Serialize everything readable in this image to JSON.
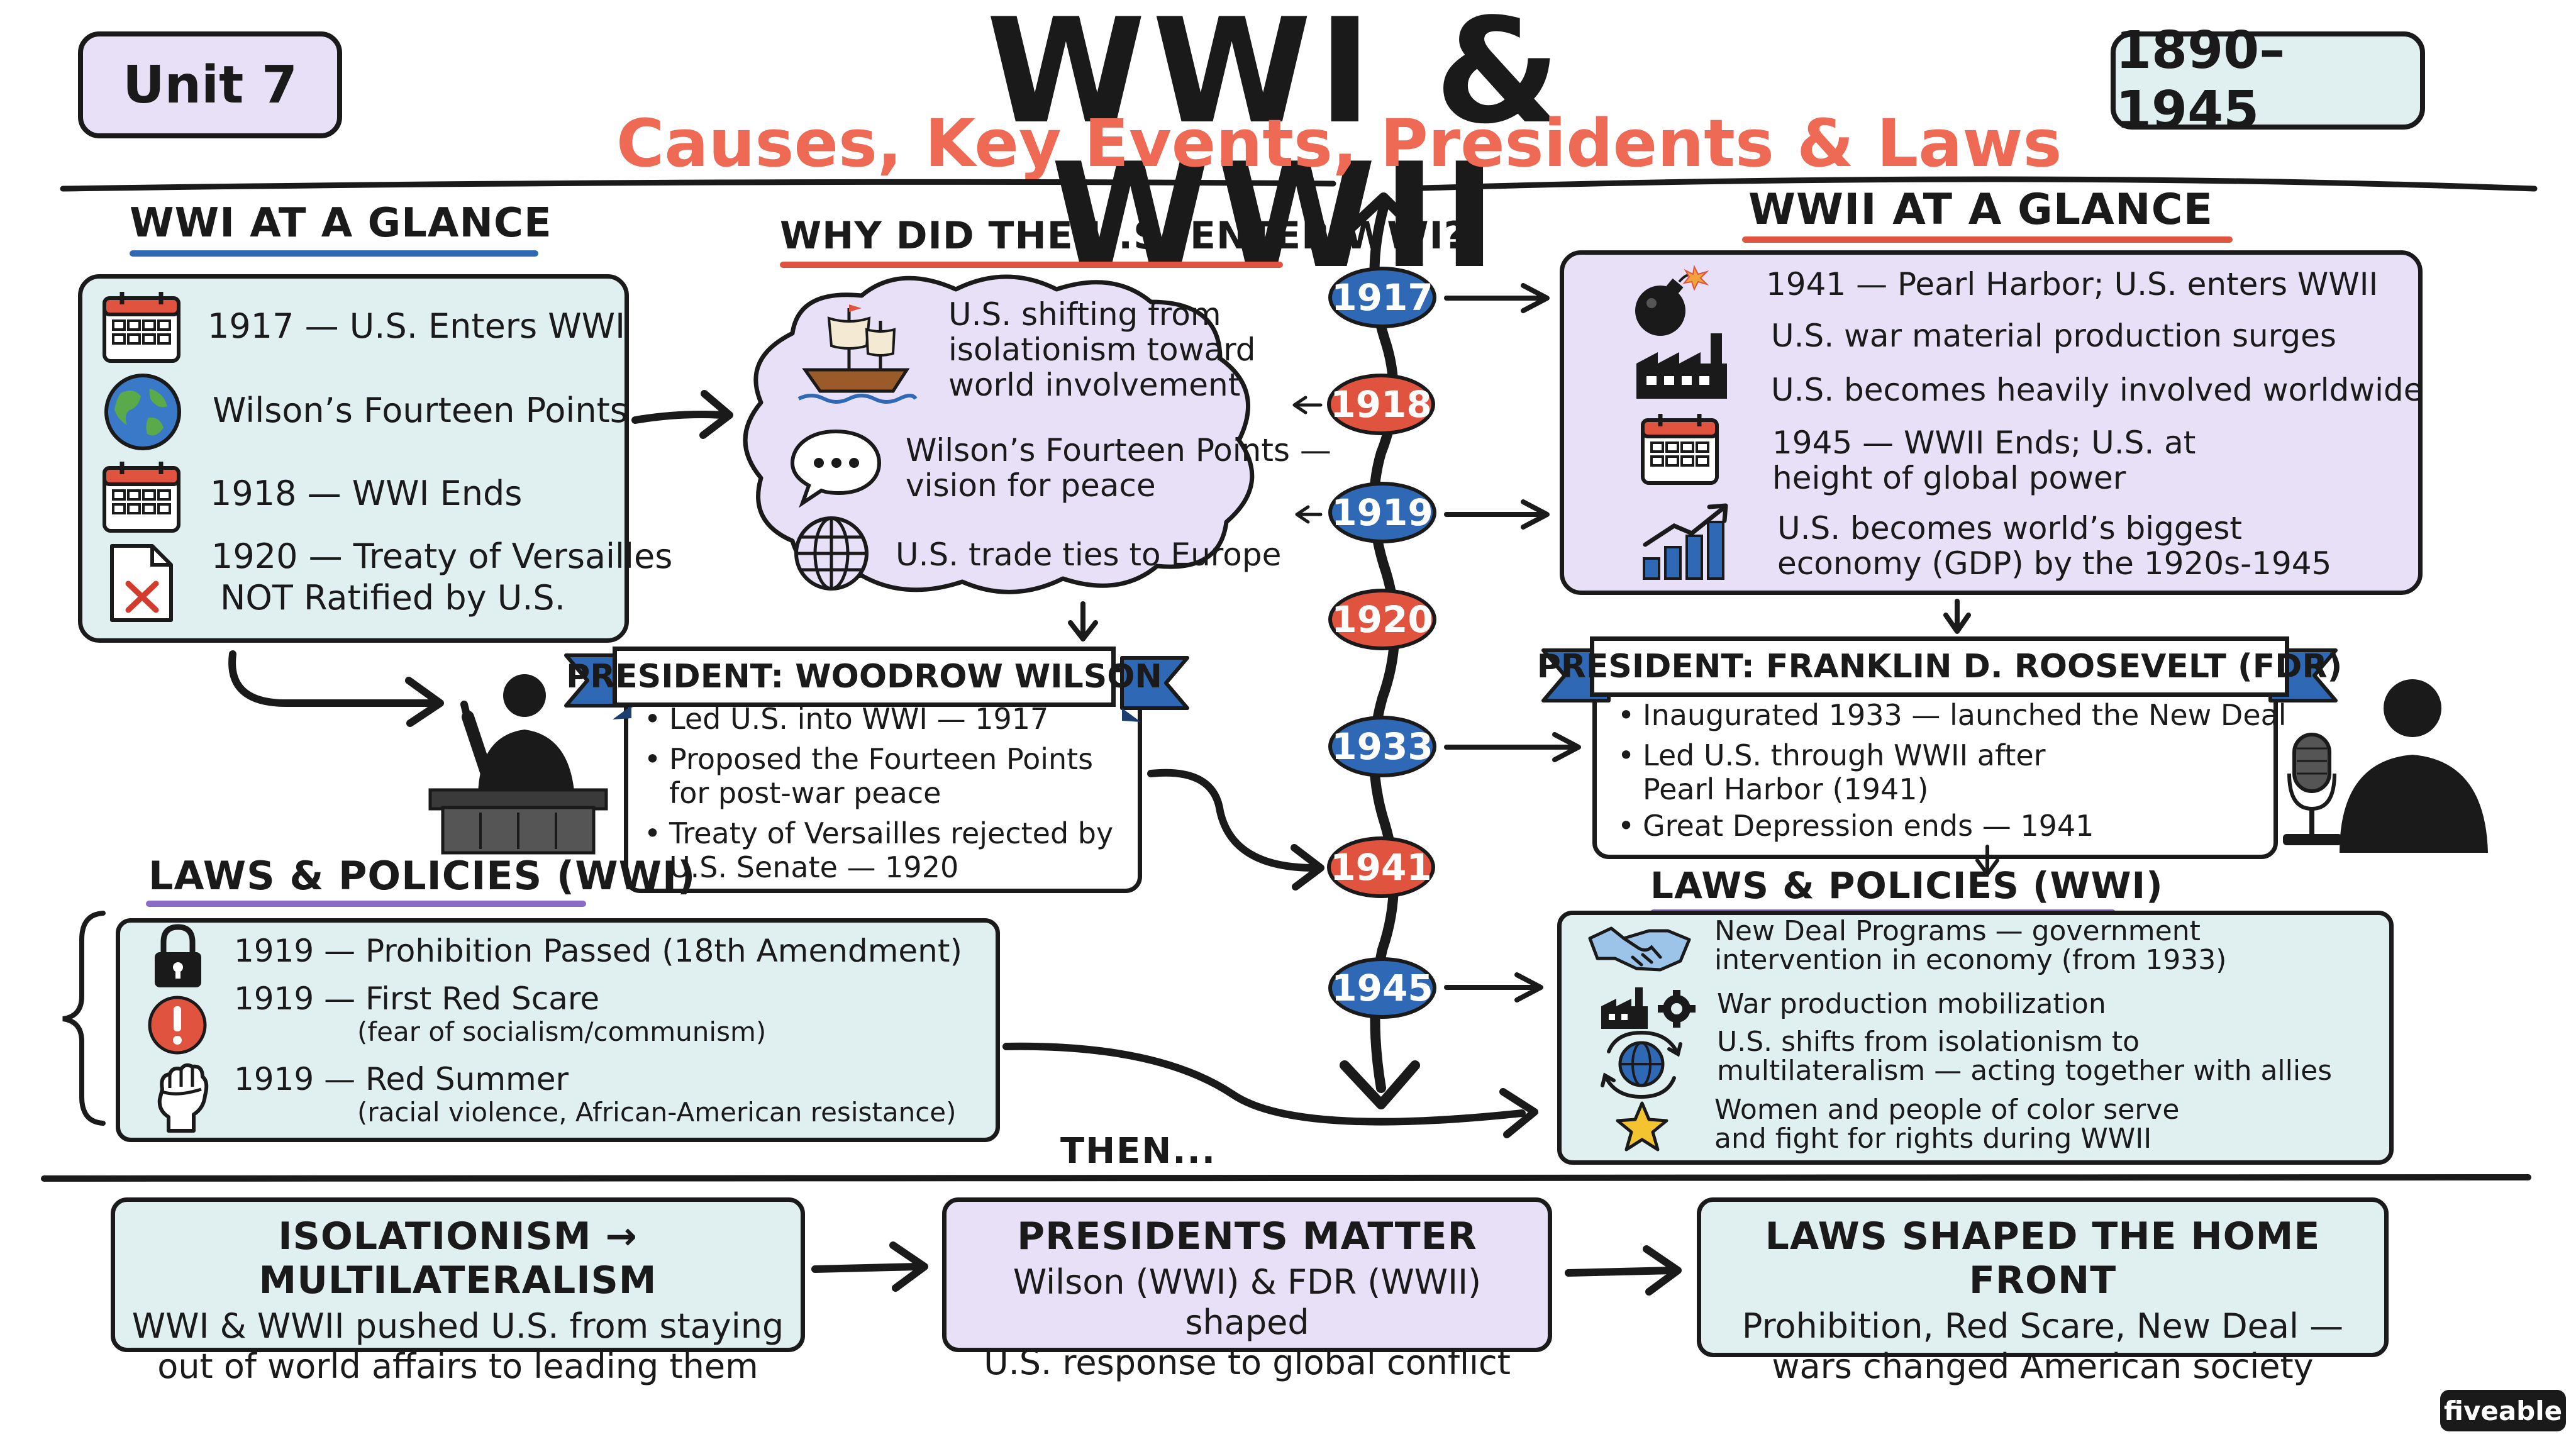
{
  "header": {
    "unit_tag": "Unit 7",
    "title": "WWI & WWII",
    "subtitle": "Causes, Key Events, Presidents & Laws",
    "years_tag": "1890–1945"
  },
  "wwi_glance": {
    "heading": "WWI AT A GLANCE",
    "items": [
      {
        "icon": "calendar-icon",
        "text": "1917 — U.S. Enters WWI"
      },
      {
        "icon": "globe-icon",
        "text": "Wilson’s Fourteen Points"
      },
      {
        "icon": "calendar-icon",
        "text": "1918 — WWI Ends"
      },
      {
        "icon": "rejected-document-icon",
        "line1": "1920 — Treaty of Versailles",
        "line2": "NOT Ratified by U.S."
      }
    ]
  },
  "why_enter": {
    "heading": "WHY DID THE U.S. ENTER WWI?",
    "items": [
      {
        "icon": "ship-icon",
        "line1": "U.S. shifting from",
        "line2": "isolationism toward",
        "line3": "world involvement"
      },
      {
        "icon": "speech-bubble-icon",
        "line1": "Wilson’s Fourteen Points —",
        "line2": "vision for peace"
      },
      {
        "icon": "wireframe-globe-icon",
        "line1": "U.S. trade ties to Europe"
      }
    ]
  },
  "timeline": {
    "years": [
      {
        "label": "1917",
        "color": "#2f68b4"
      },
      {
        "label": "1918",
        "color": "#e0533f"
      },
      {
        "label": "1919",
        "color": "#2f68b4"
      },
      {
        "label": "1920",
        "color": "#e0533f"
      },
      {
        "label": "1933",
        "color": "#2f68b4"
      },
      {
        "label": "1941",
        "color": "#e0533f"
      },
      {
        "label": "1945",
        "color": "#2f68b4"
      }
    ]
  },
  "wwii_glance": {
    "heading": "WWII AT A GLANCE",
    "items": [
      {
        "icon": "bomb-icon",
        "line1": "1941 — Pearl Harbor; U.S. enters WWII"
      },
      {
        "icon": "factory-icon",
        "line1": "U.S. war material production surges"
      },
      {
        "icon": "factory-icon",
        "line1": "U.S. becomes heavily involved worldwide"
      },
      {
        "icon": "calendar-icon",
        "line1": "1945 — WWII Ends;  U.S. at",
        "line2": "height of global power"
      },
      {
        "icon": "growth-chart-icon",
        "line1": "U.S. becomes world’s biggest",
        "line2": "economy (GDP) by the 1920s-1945"
      }
    ]
  },
  "wilson": {
    "label": "PRESIDENT: WOODROW WILSON",
    "bullets": [
      {
        "line1": "Led U.S. into WWI — 1917"
      },
      {
        "line1": "Proposed the Fourteen Points",
        "line2": "for post-war peace"
      },
      {
        "line1": "Treaty of Versailles rejected by",
        "line2": "U.S. Senate — 1920"
      }
    ]
  },
  "fdr": {
    "label": "PRESIDENT: FRANKLIN D. ROOSEVELT (FDR)",
    "bullets": [
      {
        "line1": "Inaugurated 1933 — launched the New Deal"
      },
      {
        "line1": "Led U.S. through WWII after",
        "line2": "Pearl Harbor (1941)"
      },
      {
        "line1": "Great Depression ends — 1941"
      }
    ]
  },
  "laws_wwi": {
    "heading": "LAWS & POLICIES (WWI)",
    "items": [
      {
        "icon": "padlock-icon",
        "line1": "1919 — Prohibition Passed (18th Amendment)"
      },
      {
        "icon": "alert-icon",
        "line1": "1919 — First Red Scare",
        "line2": "(fear of socialism/communism)"
      },
      {
        "icon": "raised-fist-icon",
        "line1": "1919 — Red Summer",
        "line2": "(racial violence, African-American resistance)"
      }
    ]
  },
  "laws_wwii": {
    "heading": "LAWS & POLICIES (WWI)",
    "items": [
      {
        "icon": "handshake-icon",
        "line1": "New Deal Programs — government",
        "line2": "intervention in economy (from 1933)"
      },
      {
        "icon": "factory-gear-icon",
        "line1": "War production mobilization"
      },
      {
        "icon": "globe-arrows-icon",
        "line1": "U.S. shifts from isolationism to",
        "line2": "multilateralism — acting together with allies"
      },
      {
        "icon": "star-icon",
        "line1": "Women and people of color serve",
        "line2": "and fight for rights during WWII"
      }
    ]
  },
  "then_label": "THEN...",
  "summary": [
    {
      "title": "ISOLATIONISM → MULTILATERALISM",
      "line1": "WWI & WWII pushed U.S. from staying",
      "line2": "out of world affairs to leading them"
    },
    {
      "title": "PRESIDENTS MATTER",
      "line1": "Wilson (WWI) & FDR (WWII) shaped",
      "line2": "U.S. response to global conflict"
    },
    {
      "title": "LAWS SHAPED THE HOME FRONT",
      "line1": "Prohibition, Red Scare, New Deal —",
      "line2": "wars changed American society"
    }
  ],
  "brand": "fiveable",
  "colors": {
    "title_red": "#ee6a55",
    "blue": "#2f68b4",
    "red": "#e0533f",
    "lavender": "#e7e0f6",
    "teal": "#e0f0f1"
  }
}
